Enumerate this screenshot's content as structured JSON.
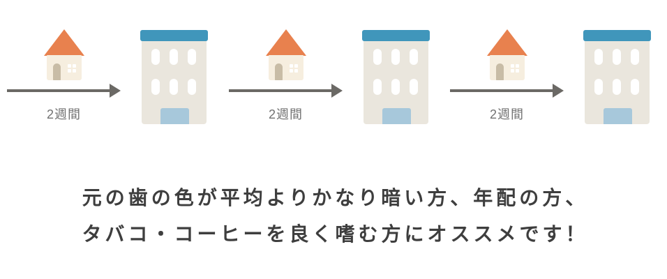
{
  "illustration": {
    "steps": [
      {
        "duration": "2週間"
      },
      {
        "duration": "2週間"
      },
      {
        "duration": "2週間"
      }
    ],
    "icon_names": {
      "start": "house-icon",
      "end": "building-icon",
      "transition": "arrow-right-icon"
    }
  },
  "caption": {
    "line1": "元の歯の色が平均よりかなり暗い方、年配の方、",
    "line2": "タバコ・コーヒーを良く嗜む方にオススメです！"
  },
  "colors": {
    "roof_orange": "#E8814E",
    "house_cream": "#F6EEDF",
    "house_door_tan": "#C8BCA6",
    "building_roof_blue": "#4096BB",
    "building_body": "#EAE6DD",
    "building_door_blue": "#A7C8DB",
    "window_white": "#FFFFFF",
    "arrow_gray": "#6B6965",
    "duration_text_gray": "#717171",
    "caption_text_gray": "#3E3E3E",
    "background": "#FFFFFF"
  }
}
